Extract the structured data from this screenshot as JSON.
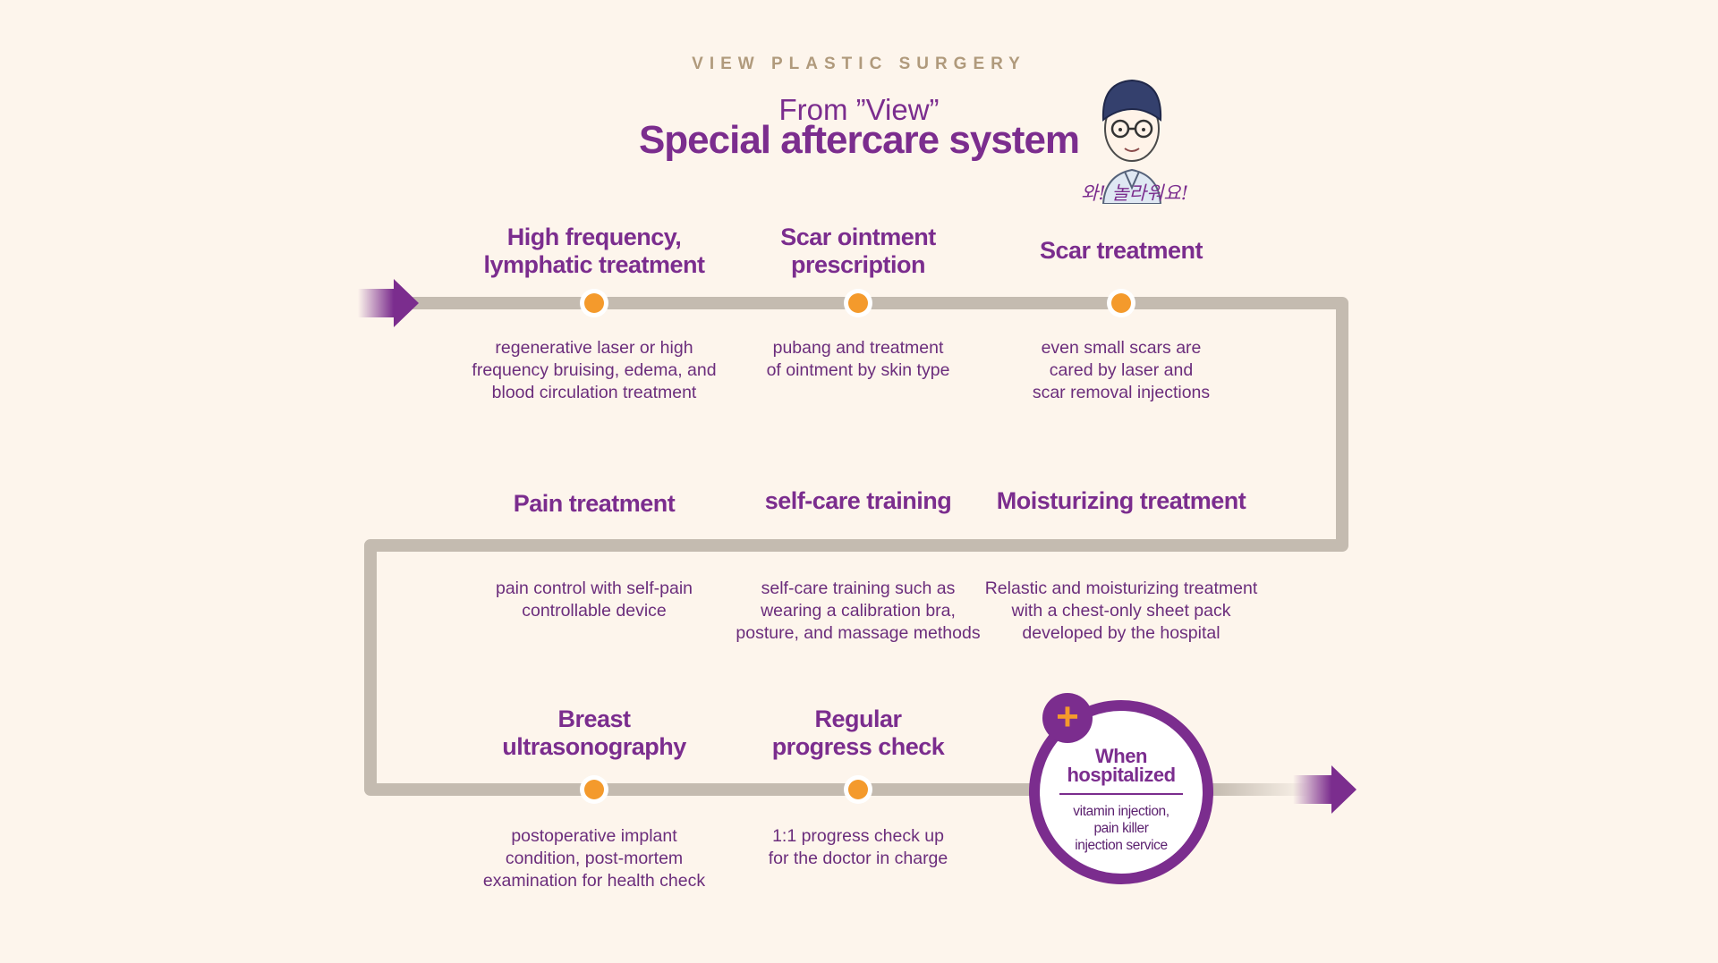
{
  "header": {
    "brand": "VIEW PLASTIC SURGERY",
    "from": "From ”View”",
    "title": "Special aftercare system"
  },
  "mascot": {
    "icon": "doctor-mascot-icon",
    "caption": "와! 놀라워요!"
  },
  "steps": [
    {
      "title": "High frequency,\nlymphatic treatment",
      "desc": "regenerative laser or high\nfrequency bruising, edema, and\nblood circulation treatment"
    },
    {
      "title": "Scar ointment\nprescription",
      "desc": "pubang and treatment\nof ointment by skin type"
    },
    {
      "title": "Scar treatment",
      "desc": "even small scars are\ncared by laser and\nscar removal injections"
    },
    {
      "title": "Pain treatment",
      "desc": "pain control with self-pain\ncontrollable device"
    },
    {
      "title": "self-care training",
      "desc": "self-care training such as\nwearing a calibration bra,\nposture, and massage methods"
    },
    {
      "title": "Moisturizing treatment",
      "desc": "Relastic and moisturizing treatment\nwith a chest-only sheet pack\ndeveloped by the hospital"
    },
    {
      "title": "Breast\nultrasonography",
      "desc": "postoperative implant\ncondition, post-mortem\nexamination for health check"
    },
    {
      "title": "Regular\nprogress check",
      "desc": "1:1 progress check up\nfor the doctor in charge"
    }
  ],
  "hospitalized": {
    "title": "When\nhospitalized",
    "desc": "vitamin injection,\npain killer\ninjection service",
    "icon": "plus-icon"
  },
  "colors": {
    "background": "#fdf5ec",
    "accent": "#7b2d8e",
    "track": "#c4bbb0",
    "node": "#f49a2c"
  }
}
